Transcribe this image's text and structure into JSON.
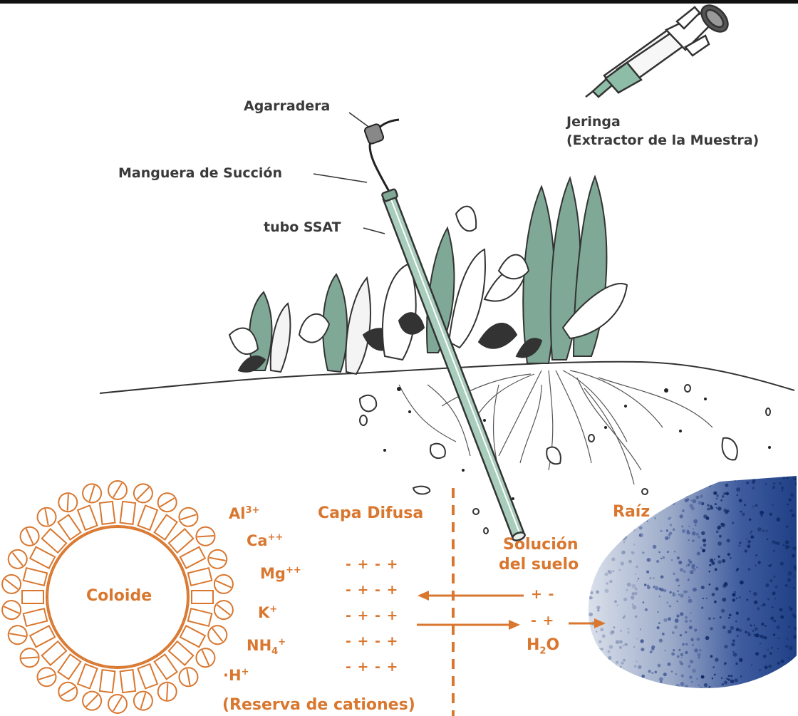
{
  "field_labels": {
    "handle": "Agarradera",
    "hose": "Manguera de Succión",
    "tube": "tubo SSAT",
    "syringe_line1": "Jeringa",
    "syringe_line2": "(Extractor de la Muestra)"
  },
  "colloid_panel": {
    "colloid": "Coloide",
    "diffuse_layer": "Capa Difusa",
    "root": "Raíz",
    "soil_solution_line1": "Solución",
    "soil_solution_line2": "del suelo",
    "cation_reserve": "(Reserva de cationes)",
    "ions": {
      "al": "Al",
      "al_charge": "3+",
      "ca": "Ca",
      "ca_charge": "++",
      "mg": "Mg",
      "mg_charge": "++",
      "k": "K",
      "k_charge": "+",
      "nh": "NH",
      "nh_sub": "4",
      "nh_charge": "+",
      "h": "·H",
      "h_charge": "+"
    },
    "charge_rows": [
      "- + - +",
      "- + - +",
      "- + - +",
      "- + - +",
      "- + - +"
    ],
    "solution_charges": [
      "+ -",
      "- +"
    ],
    "water": "H",
    "water_sub": "2",
    "water_o": "O"
  },
  "colors": {
    "accent": "#d9772f",
    "leaf_green": "#7fa996",
    "tube_green": "#a9cdbd",
    "line": "#333333"
  }
}
